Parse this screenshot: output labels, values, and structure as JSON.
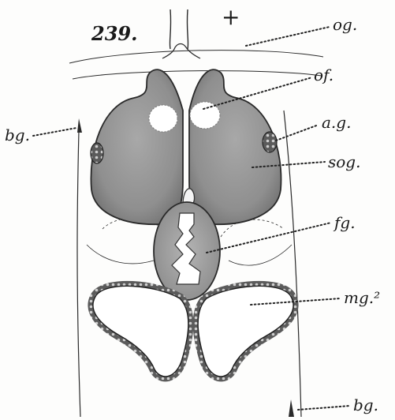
{
  "figure": {
    "number": "239.",
    "orientation_mark": "+"
  },
  "labels": {
    "og": "og.",
    "of": "of.",
    "bg_left": "bg.",
    "ag": "a.g.",
    "sog": "sog.",
    "fg": "fg.",
    "mg2": "mg.²",
    "bg_bottom": "bg."
  },
  "colors": {
    "gland_fill": "#8e8e8e",
    "mid_gland_fill": "#a3a3a3",
    "lumen": "#ffffff",
    "ink": "#2a2a2a"
  }
}
